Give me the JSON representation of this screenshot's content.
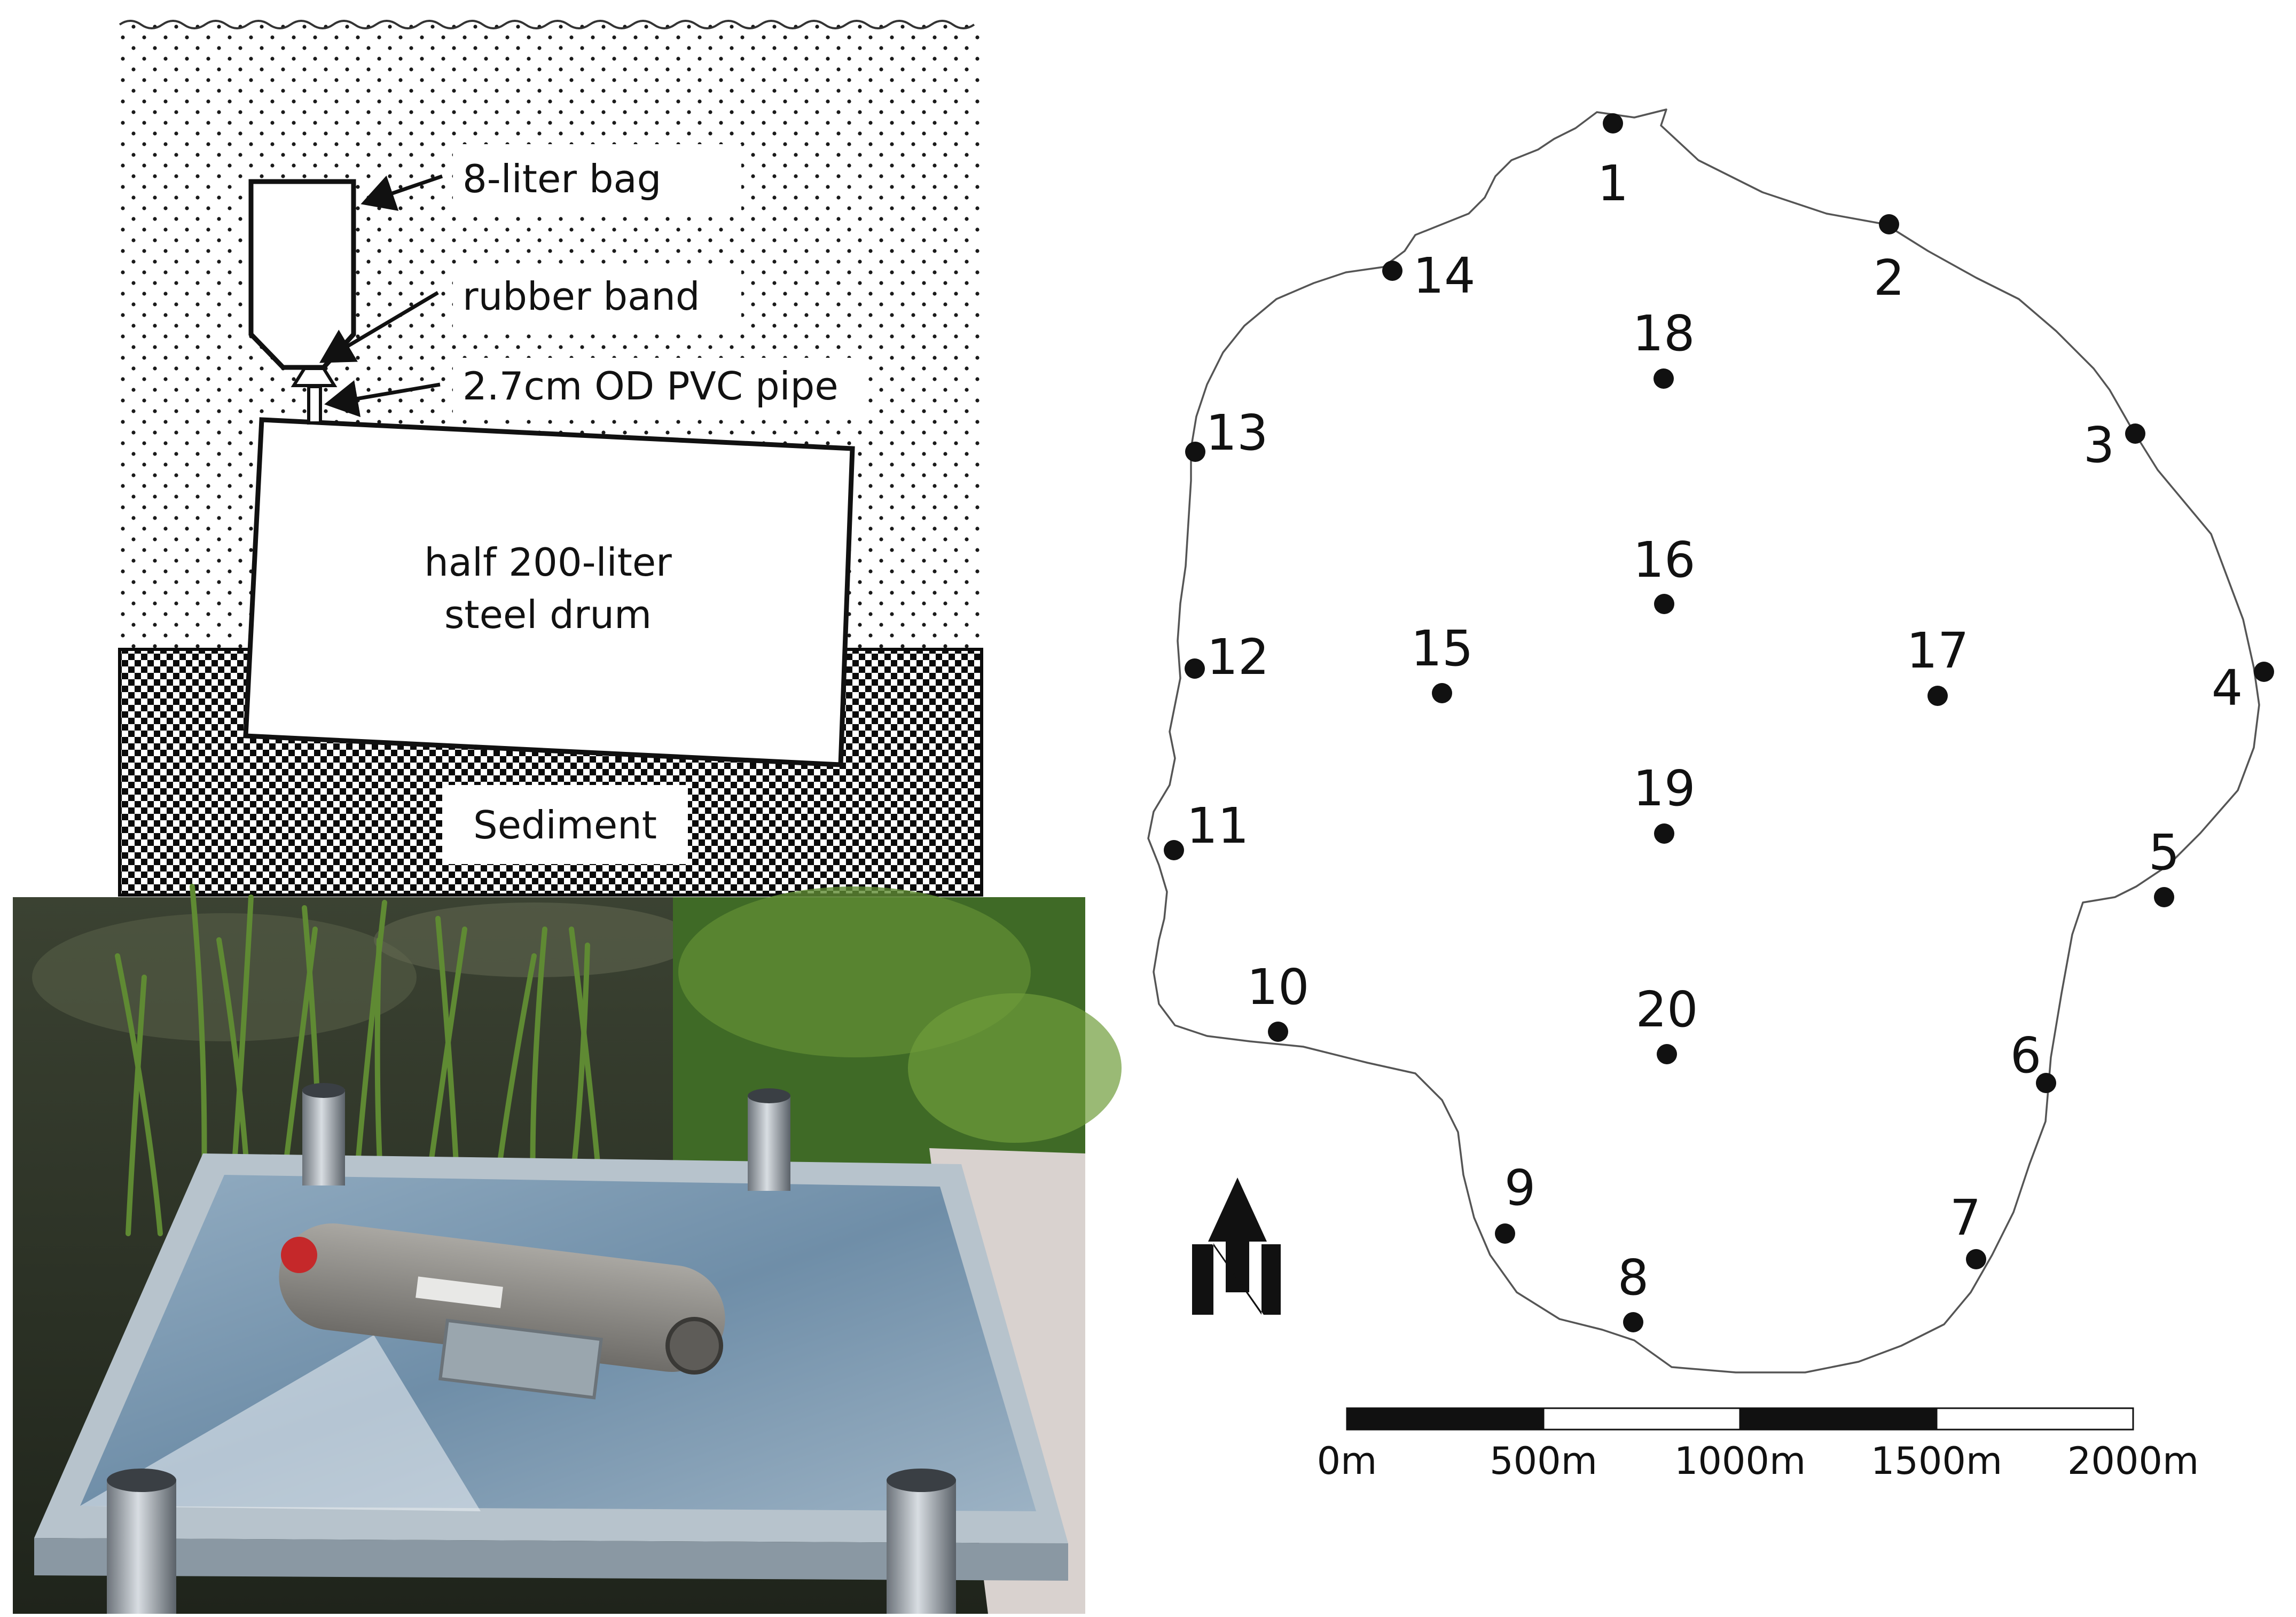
{
  "diagram": {
    "labels": {
      "bag": "8-liter bag",
      "band": "rubber band",
      "pipe": "2.7cm OD PVC pipe",
      "drum_line1": "half 200-liter",
      "drum_line2": "steel drum",
      "sediment": "Sediment"
    }
  },
  "photo": {
    "subject": "sensor device mounted on galvanized steel plate with four pipe posts, beside pond with reeds"
  },
  "map": {
    "sites": [
      {
        "label": "1"
      },
      {
        "label": "2"
      },
      {
        "label": "3"
      },
      {
        "label": "4"
      },
      {
        "label": "5"
      },
      {
        "label": "6"
      },
      {
        "label": "7"
      },
      {
        "label": "8"
      },
      {
        "label": "9"
      },
      {
        "label": "10"
      },
      {
        "label": "11"
      },
      {
        "label": "12"
      },
      {
        "label": "13"
      },
      {
        "label": "14"
      },
      {
        "label": "15"
      },
      {
        "label": "16"
      },
      {
        "label": "17"
      },
      {
        "label": "18"
      },
      {
        "label": "19"
      },
      {
        "label": "20"
      }
    ],
    "north_arrow_icon": "north-arrow-icon",
    "scale_bar": {
      "labels": [
        "0m",
        "500m",
        "1000m",
        "1500m",
        "2000m"
      ]
    }
  },
  "colors": {
    "ink": "#111111",
    "water_dots": "#1a1a1a",
    "sediment": "#0b0b0b",
    "photo_plate": "#7f9bb3",
    "pond": "#2b2f24",
    "reeds": "#4f7a2d"
  }
}
